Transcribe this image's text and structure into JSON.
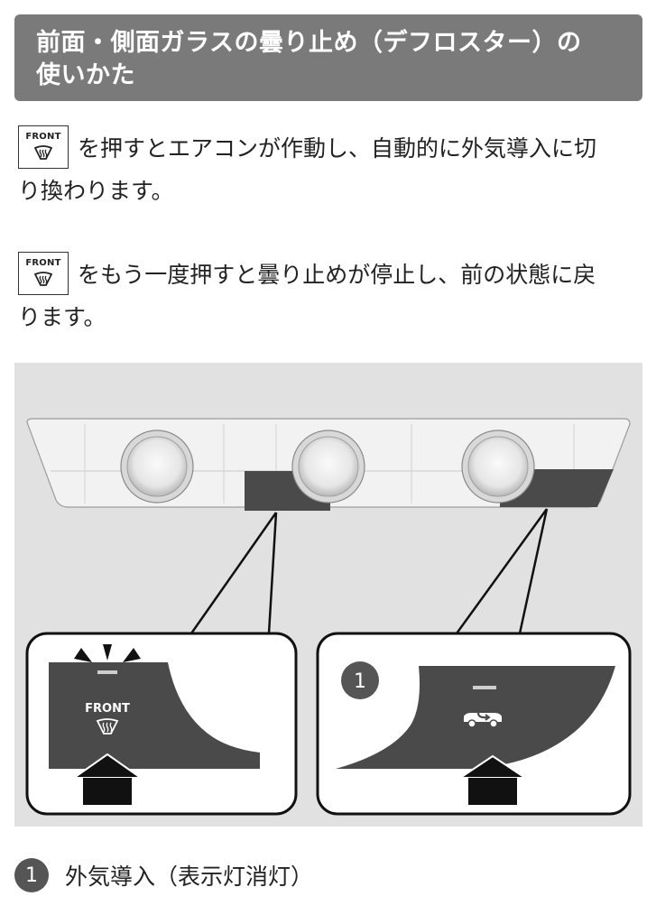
{
  "header": {
    "title_line1": "前面・側面ガラスの曇り止め（デフロスター）の",
    "title_line2": "使いかた"
  },
  "instructions": [
    {
      "button_label": "FRONT",
      "button_icon": "front-defroster-icon",
      "line1": "を押すとエアコンが作動し、自動的に外気導入に切",
      "line2": "り換わります。"
    },
    {
      "button_label": "FRONT",
      "button_icon": "front-defroster-icon",
      "line1": "をもう一度押すと曇り止めが停止し、前の状態に戻",
      "line2": "ります。"
    }
  ],
  "figure": {
    "left_callout_button_label": "FRONT",
    "right_callout_marker": "1",
    "icons": [
      "dial-knob",
      "front-defroster-icon",
      "outside-air-icon",
      "press-arrow-icon",
      "indicator-light"
    ]
  },
  "legend": {
    "number": "1",
    "text": "外気導入（表示灯消灯）"
  },
  "colors": {
    "header_bg": "#7a7a7a",
    "figure_bg": "#e1e1e1",
    "panel_dark": "#4a4a4a"
  }
}
